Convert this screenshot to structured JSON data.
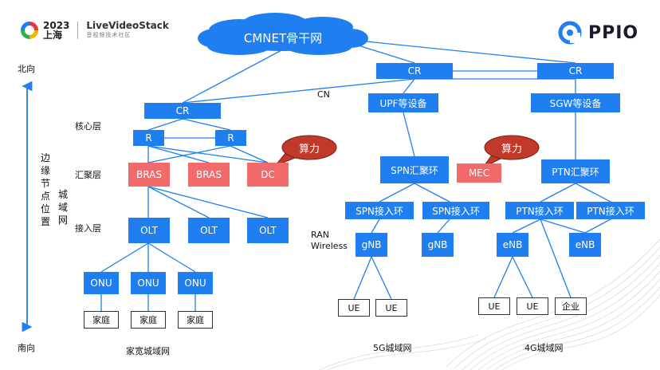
{
  "header": {
    "event_year": "2023",
    "event_city": "上海",
    "brand_name": "LiveVideoStack",
    "brand_sub": "音视频技术社区",
    "logo_text": "PPIO"
  },
  "side": {
    "north": "北向",
    "south": "南向",
    "edge_label": "边缘节点位置",
    "metro_label": "城域网"
  },
  "layers": {
    "core": "核心层",
    "aggregation": "汇聚层",
    "access": "接入层",
    "cn": "CN",
    "ran": "RAN\nWireless"
  },
  "nodes": {
    "cmnet": "CMNET骨干网",
    "cr_left": "CR",
    "cr_mid": "CR",
    "cr_right": "CR",
    "upf": "UPF等设备",
    "sgw": "SGW等设备",
    "r1": "R",
    "r2": "R",
    "bras1": "BRAS",
    "bras2": "BRAS",
    "dc": "DC",
    "spn_agg": "SPN汇聚环",
    "mec": "MEC",
    "ptn_agg": "PTN汇聚环",
    "spn_acc1": "SPN接入环",
    "spn_acc2": "SPN接入环",
    "ptn_acc1": "PTN接入环",
    "ptn_acc2": "PTN接入环",
    "olt1": "OLT",
    "olt2": "OLT",
    "olt3": "OLT",
    "gnb1": "gNB",
    "gnb2": "gNB",
    "enb1": "eNB",
    "enb2": "eNB",
    "onu1": "ONU",
    "onu2": "ONU",
    "onu3": "ONU",
    "home1": "家庭",
    "home2": "家庭",
    "home3": "家庭",
    "ue1": "UE",
    "ue2": "UE",
    "ue3": "UE",
    "ue4": "UE",
    "ent": "企业"
  },
  "callouts": {
    "dc_compute": "算力",
    "mec_compute": "算力"
  },
  "captions": {
    "home": "家宽城域网",
    "g5": "5G城域网",
    "g4": "4G城域网"
  },
  "colors": {
    "node_blue": "#1f7ff0",
    "node_red": "#f26a6a",
    "callout_red": "#c0392b"
  }
}
